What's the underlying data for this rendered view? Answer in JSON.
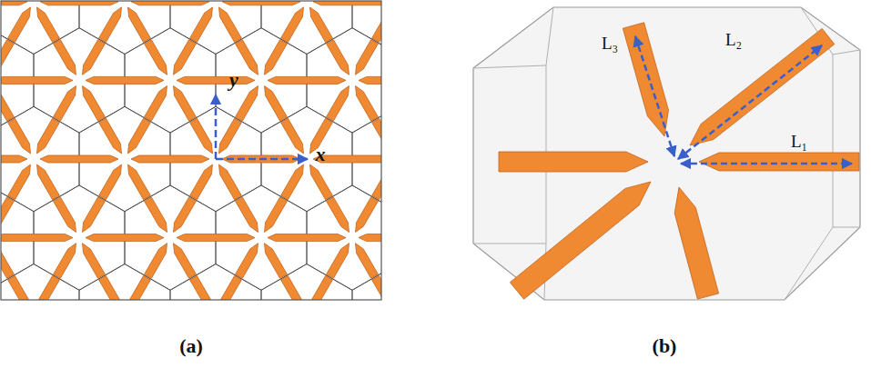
{
  "diagram": {
    "labels": [
      "y",
      "x",
      "L₃",
      "L₂",
      "L₁",
      "(a)",
      "(b)"
    ]
  }
}
